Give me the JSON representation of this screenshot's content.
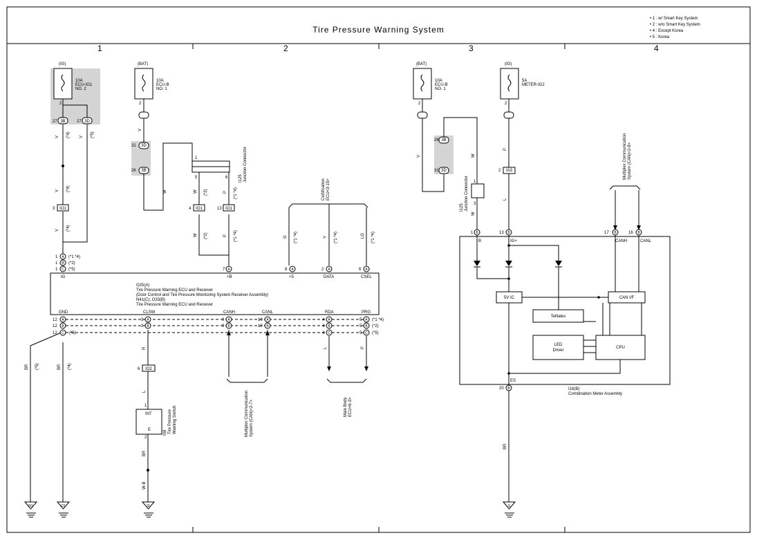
{
  "title": "Tire Pressure Warning System",
  "notes": [
    "• 1 : w/ Smart Key System",
    "• 2 : w/o Smart Key System",
    "• 4 : Except Korea",
    "• 5 : Korea"
  ],
  "columns": [
    "1",
    "2",
    "3",
    "4"
  ],
  "fuses": {
    "ig1": {
      "source": "(IG)",
      "amp": "10A",
      "name": "ECU-IG1",
      "name2": "NO. 2"
    },
    "bat1": {
      "source": "(BAT)",
      "amp": "10A",
      "name": "ECU-B",
      "name2": "NO. 1"
    },
    "bat2": {
      "source": "(BAT)",
      "amp": "10A",
      "name": "ECU-B",
      "name2": "NO. 1"
    },
    "meter": {
      "source": "(IG)",
      "amp": "5A",
      "name": "METER-IG2"
    }
  },
  "ecu": {
    "pins_top": [
      "IG",
      "+B",
      "+5",
      "DATA",
      "CSEL"
    ],
    "pins_bottom": [
      "GND",
      "CLSW",
      "CANH",
      "CANL",
      "RDA",
      "PRG"
    ],
    "name_a": "O25(A)",
    "desc_a": "Tire Pressure Warning ECU and Receiver",
    "desc_a2": "(Door Control and Tire Pressure Monitoring System Receiver Assembly)",
    "name_b": "N41(C), O33(B)",
    "desc_b": "Tire Pressure Warning ECU and Receiver",
    "variants": [
      "(*1 *4)",
      "(*2)",
      "(*5)"
    ]
  },
  "meter": {
    "name": "I18(B)",
    "desc": "Combination Meter Assembly",
    "pins": [
      "B",
      "IG+",
      "CANH",
      "CANL",
      "ES"
    ],
    "blocks": {
      "vic": "5V IC",
      "can": "CAN I/F",
      "telltales": "Telltales",
      "led": "LED",
      "led2": "Driver",
      "cpu": "CPU"
    }
  },
  "switch": {
    "name": "I08",
    "desc": "Tire Pressure",
    "desc2": "Warning Switch",
    "int": "INT",
    "e": "E"
  },
  "junction": {
    "name": "I125",
    "desc": "Junction Connector"
  },
  "refs": {
    "cert": [
      "Certification",
      "ECU<3-15>"
    ],
    "mpx_left": [
      "Multiplex Communication",
      "System (CAN)<2-7>"
    ],
    "mpx_right": [
      "Multiplex Communication",
      "System (CAN)<2-8>"
    ],
    "body": [
      "Main Body",
      "ECU<6-3>"
    ]
  },
  "grounds": [
    "N1",
    "O1",
    "I3",
    "I1"
  ],
  "connectors": [
    "IO1",
    "IO2",
    "IA3",
    "3B",
    "3D"
  ],
  "wire_colors": [
    "V",
    "W",
    "P",
    "G",
    "Y",
    "LG",
    "L",
    "R",
    "BR",
    "W-B"
  ]
}
